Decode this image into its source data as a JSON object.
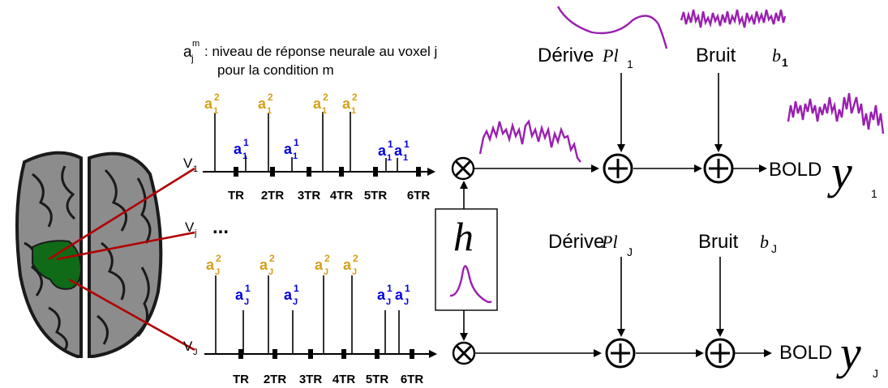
{
  "legend": {
    "symbol": "a",
    "sub": "j",
    "sup": "m",
    "line1": ": niveau de réponse neurale au voxel j",
    "line2": "pour la condition m"
  },
  "voxels": {
    "top_label": "V",
    "top_sub": "1",
    "mid_label": "V",
    "mid_sub": "j",
    "dots": "...",
    "bottom_label": "V",
    "bottom_sub": "J"
  },
  "ticks": [
    "TR",
    "2TR",
    "3TR",
    "4TR",
    "5TR",
    "6TR"
  ],
  "stim_top": {
    "cond2_symbol": "a",
    "cond2_sub": "1",
    "cond2_sup": "2",
    "cond1_symbol": "a",
    "cond1_sub": "1",
    "cond1_sup": "1"
  },
  "stim_bottom": {
    "cond2_symbol": "a",
    "cond2_sub": "J",
    "cond2_sup": "2",
    "cond1_symbol": "a",
    "cond1_sub": "J",
    "cond1_sup": "1"
  },
  "hrf": {
    "symbol": "h"
  },
  "drift": {
    "label": "Dérive",
    "top_sym": "Pl",
    "top_sub": "1",
    "bottom_sym": "Pl",
    "bottom_sub": "J"
  },
  "noise": {
    "label": "Bruit",
    "top_sym": "b",
    "top_sub": "1",
    "bottom_sym": "b",
    "bottom_sub": "J"
  },
  "output": {
    "label": "BOLD",
    "top_sym": "y",
    "top_sub": "1",
    "bottom_sym": "y",
    "bottom_sub": "J"
  },
  "colors": {
    "cond2": "#d4a017",
    "cond1": "#0000e0",
    "signal": "#9a1fb0",
    "brain_region": "#0f6b18",
    "connector": "#b00000"
  }
}
